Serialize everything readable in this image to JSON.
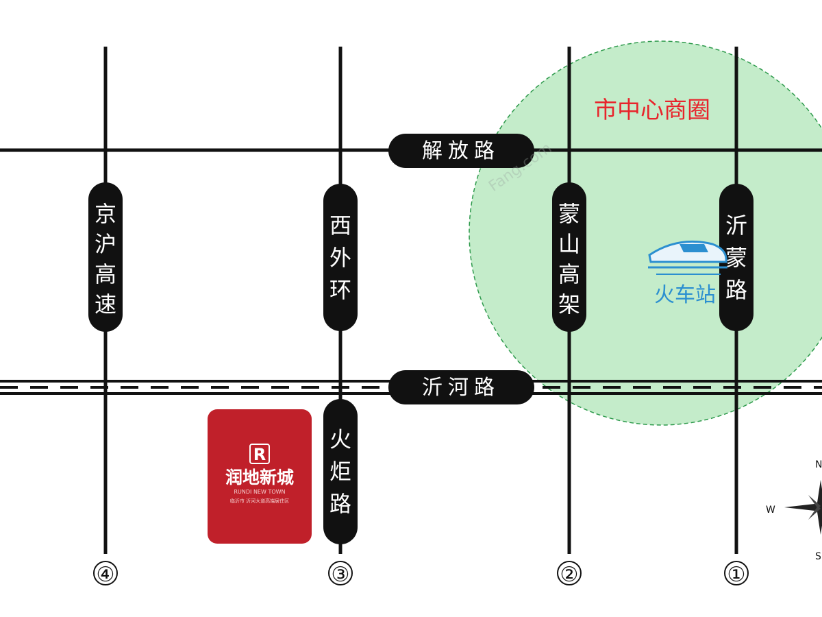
{
  "zone": {
    "label": "市中心商圈",
    "fill": "#c4ecca",
    "border": "#2e9a4c",
    "label_color": "#e8242b"
  },
  "horizontal_roads": [
    {
      "id": "jiefang",
      "label": "解放路",
      "style": "solid"
    },
    {
      "id": "yihe",
      "label": "沂河路",
      "style": "dashed"
    }
  ],
  "vertical_roads": [
    {
      "id": "jinghu",
      "label_chars": [
        "京",
        "沪",
        "高",
        "速"
      ],
      "marker": "④"
    },
    {
      "id": "xiwaihuan",
      "label_chars": [
        "西",
        "外",
        "环"
      ],
      "marker": "③"
    },
    {
      "id": "huoju",
      "label_chars": [
        "火",
        "炬",
        "路"
      ]
    },
    {
      "id": "mengshan",
      "label_chars": [
        "蒙",
        "山",
        "高",
        "架"
      ],
      "marker": "②"
    },
    {
      "id": "yimeng",
      "label_chars": [
        "沂",
        "蒙",
        "路"
      ],
      "marker": "①"
    }
  ],
  "station": {
    "label": "火车站",
    "icon": "train-icon",
    "color": "#2b8fd0"
  },
  "project": {
    "logo_letter": "R",
    "name": "润地新城",
    "subtitle": "RUNDI NEW TOWN",
    "tagline": "临沂市 沂河大道高端居住区",
    "color": "#c0202a"
  },
  "compass": {
    "north": "N",
    "west": "W",
    "south": "S"
  },
  "watermark": "Fang.com"
}
